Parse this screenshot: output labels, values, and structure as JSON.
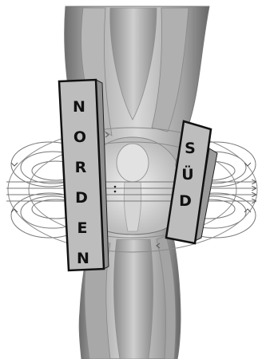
{
  "diagram": {
    "north_magnet": {
      "label": "NORDEN",
      "letters": [
        "N",
        "O",
        "R",
        "D",
        "E",
        "N"
      ],
      "fill": "#bdbdbd"
    },
    "south_magnet": {
      "label": "SÜD",
      "letters": [
        "S",
        "Ü",
        "D"
      ],
      "fill": "#bdbdbd"
    },
    "field_line_color": "#777777",
    "anatomy_color": "#9a9a9a"
  }
}
